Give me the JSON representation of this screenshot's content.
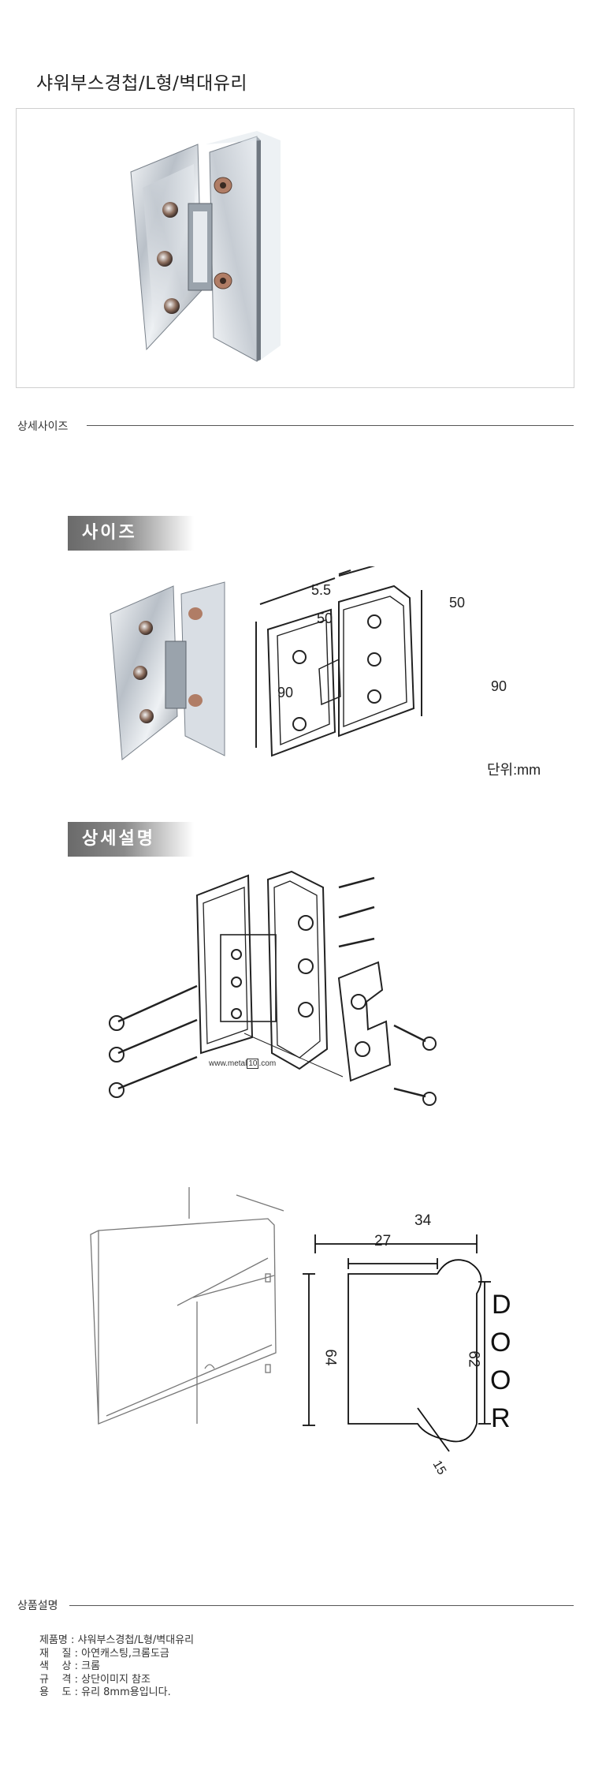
{
  "title": "샤워부스경첩/L형/벽대유리",
  "sections": {
    "detail_size": "상세사이즈",
    "product_desc": "상품설명"
  },
  "tabs": {
    "size": "사이즈",
    "detail": "상세설명"
  },
  "size_diagram": {
    "d1": "5.5",
    "d2": "50",
    "d3": "50",
    "h_left": "90",
    "h_right": "90",
    "unit": "단위:mm"
  },
  "watermark": "www.metal",
  "watermark_box": "10",
  "watermark_tail": ".com",
  "door_diagram": {
    "w34": "34",
    "w27": "27",
    "h64": "64",
    "h62": "62",
    "r15": "15",
    "door": [
      "D",
      "O",
      "O",
      "R"
    ]
  },
  "specs": [
    {
      "label": "제품명",
      "value": "샤워부스경첩/L형/벽대유리"
    },
    {
      "label": "재    질",
      "value": "아연캐스팅,크롬도금"
    },
    {
      "label": "색    상",
      "value": "크롬"
    },
    {
      "label": "규    격",
      "value": "상단이미지 참조"
    },
    {
      "label": "용    도",
      "value": "유리 8mm용입니다."
    }
  ]
}
